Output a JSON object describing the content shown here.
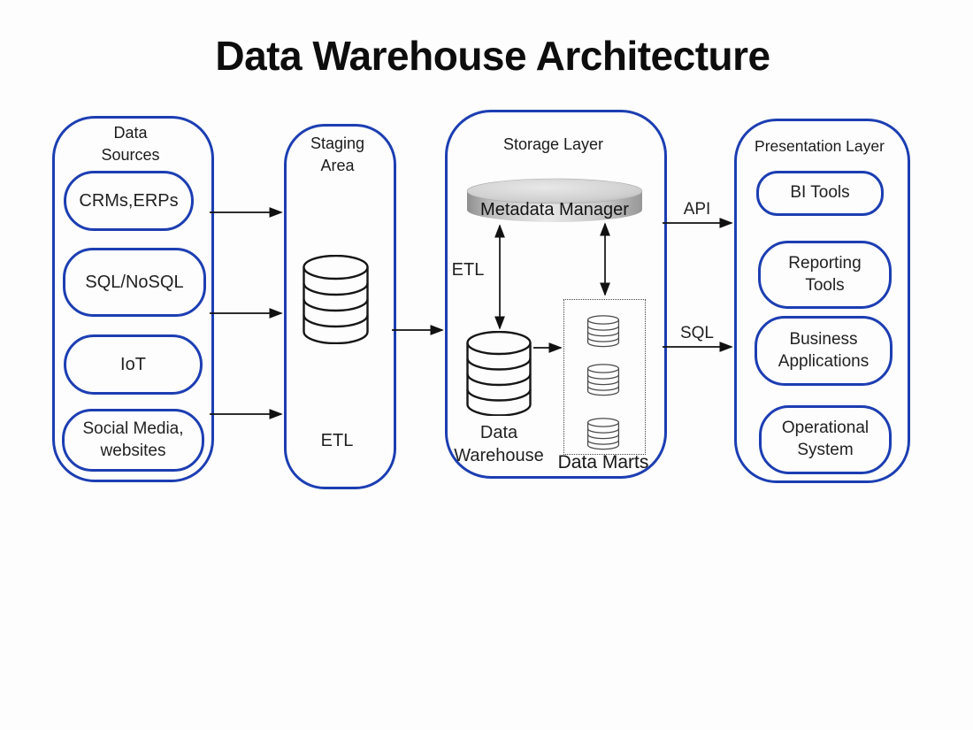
{
  "title": "Data Warehouse Architecture",
  "colors": {
    "accent_blue": "#1c3eb2",
    "line_black": "#111111",
    "metadata_disk_gray": "#c9c9c9",
    "background": "#fdfdfd"
  },
  "data_sources": {
    "title": "Data\nSources",
    "items": [
      "CRMs,ERPs",
      "SQL/NoSQL",
      "IoT",
      "Social Media,\nwebsites"
    ]
  },
  "staging": {
    "title": "Staging\nArea",
    "etl_label": "ETL"
  },
  "storage": {
    "title": "Storage Layer",
    "metadata_label": "Metadata Manager",
    "etl_label": "ETL",
    "warehouse_label": "Data\nWarehouse",
    "marts_label": "Data Marts"
  },
  "presentation": {
    "title": "Presentation Layer",
    "items": [
      "BI Tools",
      "Reporting\nTools",
      "Business\nApplications",
      "Operational\nSystem"
    ]
  },
  "connections": {
    "api_label": "API",
    "sql_label": "SQL"
  }
}
